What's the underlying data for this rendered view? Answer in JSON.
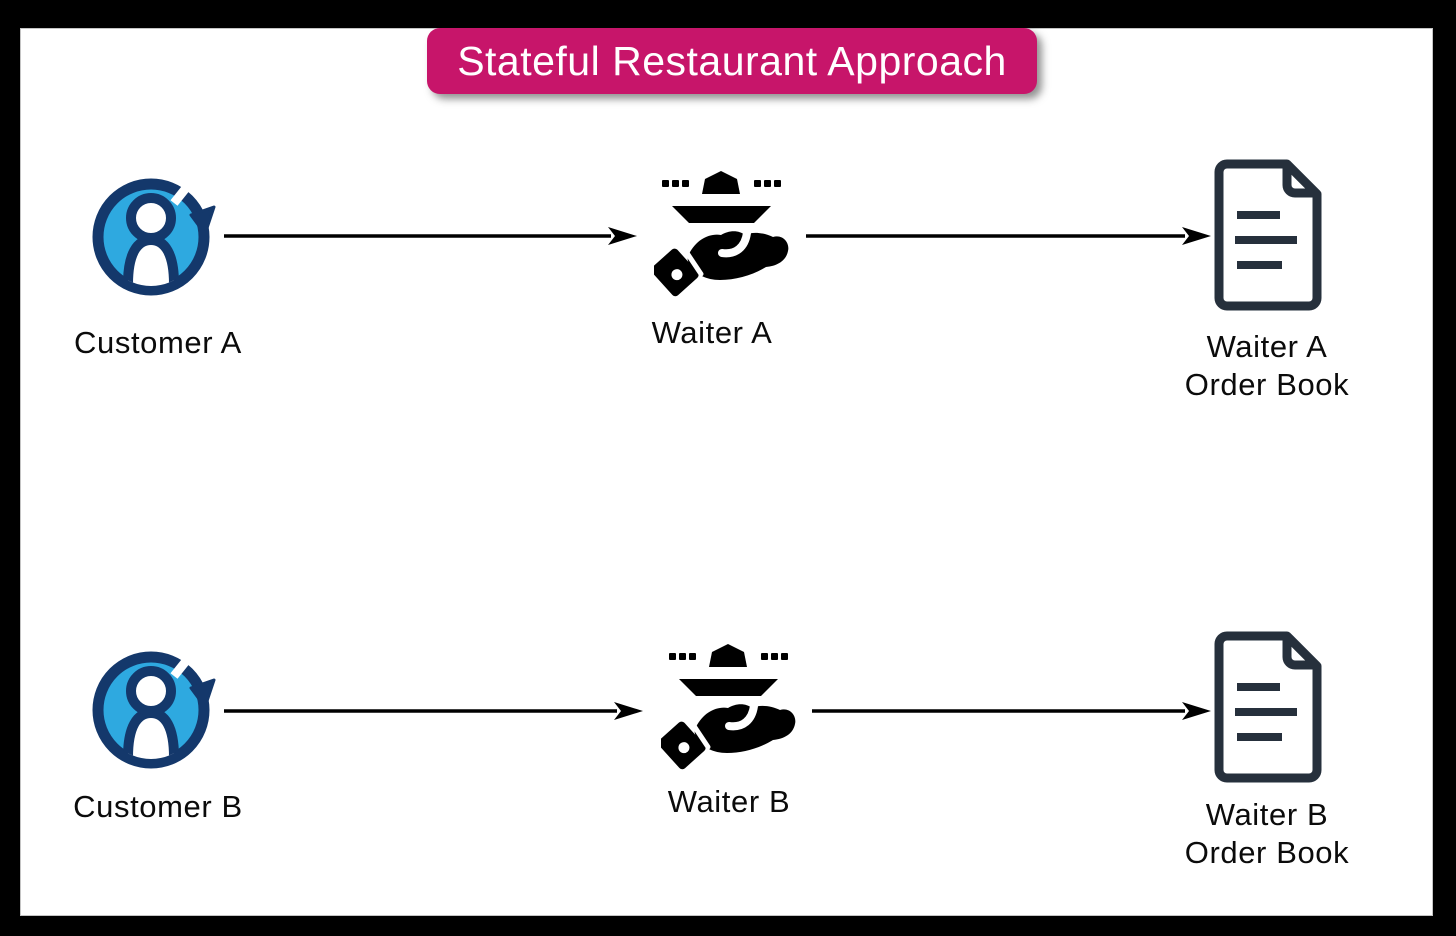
{
  "title": "Stateful Restaurant Approach",
  "colors": {
    "frame_bg": "#000000",
    "canvas_bg": "#ffffff",
    "banner_bg": "#c7156a",
    "banner_text": "#ffffff",
    "customer_fill": "#2ea9e0",
    "customer_outline": "#14386b",
    "waiter_icon": "#000000",
    "document_stroke": "#26303c",
    "arrow": "#000000"
  },
  "icons": {
    "customer": "user-in-circular-arrow-icon",
    "waiter": "hand-serving-tray-icon",
    "order_book": "document-icon"
  },
  "rows": [
    {
      "customer_label": "Customer A",
      "waiter_label": "Waiter A",
      "order_book_line1": "Waiter A",
      "order_book_line2": "Order Book"
    },
    {
      "customer_label": "Customer B",
      "waiter_label": "Waiter B",
      "order_book_line1": "Waiter B",
      "order_book_line2": "Order Book"
    }
  ]
}
